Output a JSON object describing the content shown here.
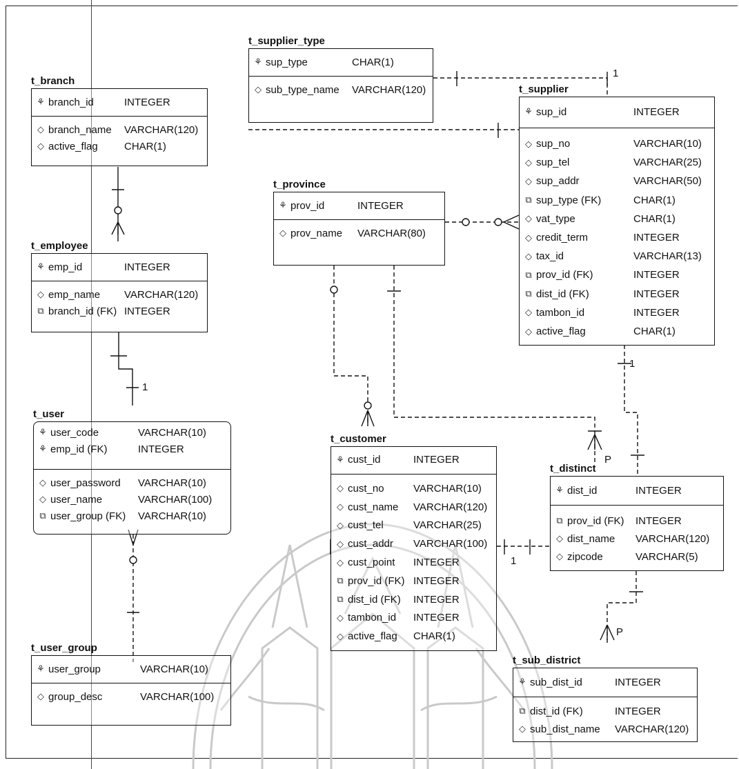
{
  "entities": {
    "t_branch": {
      "title": "t_branch",
      "pk": [
        {
          "name": "branch_id",
          "type": "INTEGER",
          "icon": "pk-key-icon"
        }
      ],
      "attrs": [
        {
          "name": "branch_name",
          "type": "VARCHAR(120)",
          "icon": "attribute-icon"
        },
        {
          "name": "active_flag",
          "type": "CHAR(1)",
          "icon": "attribute-icon"
        }
      ]
    },
    "t_employee": {
      "title": "t_employee",
      "pk": [
        {
          "name": "emp_id",
          "type": "INTEGER",
          "icon": "pk-key-icon"
        }
      ],
      "attrs": [
        {
          "name": "emp_name",
          "type": "VARCHAR(120)",
          "icon": "attribute-icon"
        },
        {
          "name": "branch_id (FK)",
          "type": "INTEGER",
          "icon": "fk-icon"
        }
      ]
    },
    "t_user": {
      "title": "t_user",
      "pk": [
        {
          "name": "user_code",
          "type": "VARCHAR(10)",
          "icon": "pk-key-icon"
        },
        {
          "name": "emp_id (FK)",
          "type": "INTEGER",
          "icon": "pk-fk-icon"
        }
      ],
      "attrs": [
        {
          "name": "user_password",
          "type": "VARCHAR(10)",
          "icon": "attribute-icon"
        },
        {
          "name": "user_name",
          "type": "VARCHAR(100)",
          "icon": "attribute-icon"
        },
        {
          "name": "user_group (FK)",
          "type": "VARCHAR(10)",
          "icon": "fk-icon"
        }
      ]
    },
    "t_user_group": {
      "title": "t_user_group",
      "pk": [
        {
          "name": "user_group",
          "type": "VARCHAR(10)",
          "icon": "pk-key-icon"
        }
      ],
      "attrs": [
        {
          "name": "group_desc",
          "type": "VARCHAR(100)",
          "icon": "attribute-icon"
        }
      ]
    },
    "t_supplier_type": {
      "title": "t_supplier_type",
      "pk": [
        {
          "name": "sup_type",
          "type": "CHAR(1)",
          "icon": "pk-key-icon"
        }
      ],
      "attrs": [
        {
          "name": "sub_type_name",
          "type": "VARCHAR(120)",
          "icon": "attribute-icon"
        }
      ]
    },
    "t_province": {
      "title": "t_province",
      "pk": [
        {
          "name": "prov_id",
          "type": "INTEGER",
          "icon": "pk-key-icon"
        }
      ],
      "attrs": [
        {
          "name": "prov_name",
          "type": "VARCHAR(80)",
          "icon": "attribute-icon"
        }
      ]
    },
    "t_supplier": {
      "title": "t_supplier",
      "pk": [
        {
          "name": "sup_id",
          "type": "INTEGER",
          "icon": "pk-key-icon"
        }
      ],
      "attrs": [
        {
          "name": "sup_no",
          "type": "VARCHAR(10)",
          "icon": "attribute-icon"
        },
        {
          "name": "sup_tel",
          "type": "VARCHAR(25)",
          "icon": "attribute-icon"
        },
        {
          "name": "sup_addr",
          "type": "VARCHAR(50)",
          "icon": "attribute-icon"
        },
        {
          "name": "sup_type (FK)",
          "type": "CHAR(1)",
          "icon": "fk-icon"
        },
        {
          "name": "vat_type",
          "type": "CHAR(1)",
          "icon": "attribute-icon"
        },
        {
          "name": "credit_term",
          "type": "INTEGER",
          "icon": "attribute-icon"
        },
        {
          "name": "tax_id",
          "type": "VARCHAR(13)",
          "icon": "attribute-icon"
        },
        {
          "name": "prov_id (FK)",
          "type": "INTEGER",
          "icon": "fk-icon"
        },
        {
          "name": "dist_id (FK)",
          "type": "INTEGER",
          "icon": "fk-icon"
        },
        {
          "name": "tambon_id",
          "type": "INTEGER",
          "icon": "attribute-icon"
        },
        {
          "name": "active_flag",
          "type": "CHAR(1)",
          "icon": "attribute-icon"
        }
      ]
    },
    "t_customer": {
      "title": "t_customer",
      "pk": [
        {
          "name": "cust_id",
          "type": "INTEGER",
          "icon": "pk-key-icon"
        }
      ],
      "attrs": [
        {
          "name": "cust_no",
          "type": "VARCHAR(10)",
          "icon": "attribute-icon"
        },
        {
          "name": "cust_name",
          "type": "VARCHAR(120)",
          "icon": "attribute-icon"
        },
        {
          "name": "cust_tel",
          "type": "VARCHAR(25)",
          "icon": "attribute-icon"
        },
        {
          "name": "cust_addr",
          "type": "VARCHAR(100)",
          "icon": "attribute-icon"
        },
        {
          "name": "cust_point",
          "type": "INTEGER",
          "icon": "attribute-icon"
        },
        {
          "name": "prov_id (FK)",
          "type": "INTEGER",
          "icon": "fk-icon"
        },
        {
          "name": "dist_id (FK)",
          "type": "INTEGER",
          "icon": "fk-icon"
        },
        {
          "name": "tambon_id",
          "type": "INTEGER",
          "icon": "attribute-icon"
        },
        {
          "name": "active_flag",
          "type": "CHAR(1)",
          "icon": "attribute-icon"
        }
      ]
    },
    "t_distinct": {
      "title": "t_distinct",
      "pk": [
        {
          "name": "dist_id",
          "type": "INTEGER",
          "icon": "pk-key-icon"
        }
      ],
      "attrs": [
        {
          "name": "prov_id (FK)",
          "type": "INTEGER",
          "icon": "fk-icon"
        },
        {
          "name": "dist_name",
          "type": "VARCHAR(120)",
          "icon": "attribute-icon"
        },
        {
          "name": "zipcode",
          "type": "VARCHAR(5)",
          "icon": "attribute-icon"
        }
      ]
    },
    "t_sub_district": {
      "title": "t_sub_district",
      "pk": [
        {
          "name": "sub_dist_id",
          "type": "INTEGER",
          "icon": "pk-key-icon"
        }
      ],
      "attrs": [
        {
          "name": "dist_id (FK)",
          "type": "INTEGER",
          "icon": "fk-icon"
        },
        {
          "name": "sub_dist_name",
          "type": "VARCHAR(120)",
          "icon": "attribute-icon"
        }
      ]
    }
  },
  "cardinality_labels": {
    "supplier_type_one": "1",
    "supplier_one": "1",
    "employee_one": "1",
    "customer_one": "1",
    "distinct_p": "P",
    "sub_district_p": "P"
  },
  "colors": {
    "line": "#111111",
    "watermark": "#c9c9c9"
  }
}
